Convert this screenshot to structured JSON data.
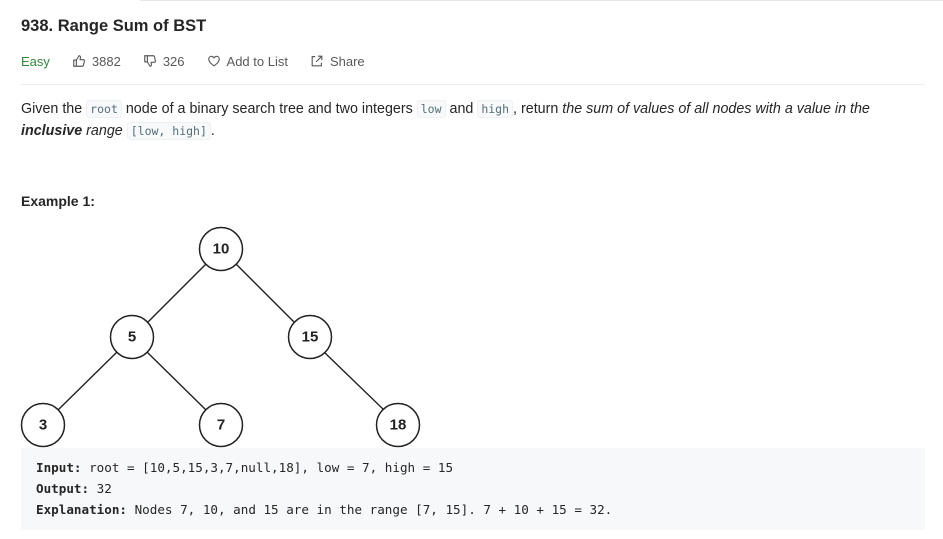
{
  "problem": {
    "title": "938. Range Sum of BST",
    "difficulty": "Easy",
    "likes": "3882",
    "dislikes": "326",
    "add_to_list": "Add to List",
    "share": "Share"
  },
  "description": {
    "p1": "Given the ",
    "code_root": "root",
    "p2": " node of a binary search tree and two integers ",
    "code_low": "low",
    "p3": " and ",
    "code_high": "high",
    "p4": ", return ",
    "em1": "the sum of values of all nodes with a value in the ",
    "strong_em": "inclusive",
    "em2": " range",
    "p5": " ",
    "code_range": "[low, high]",
    "p6": "."
  },
  "example": {
    "title": "Example 1:",
    "tree_nodes": [
      "10",
      "5",
      "15",
      "3",
      "7",
      "18"
    ],
    "input_label": "Input:",
    "input_value": " root = [10,5,15,3,7,null,18], low = 7, high = 15",
    "output_label": "Output:",
    "output_value": " 32",
    "explanation_label": "Explanation:",
    "explanation_value": " Nodes 7, 10, and 15 are in the range [7, 15]. 7 + 10 + 15 = 32."
  },
  "colors": {
    "difficulty_easy": "#2e8b3a",
    "code_text": "#546e7a",
    "code_bg": "#f7f8fa"
  }
}
